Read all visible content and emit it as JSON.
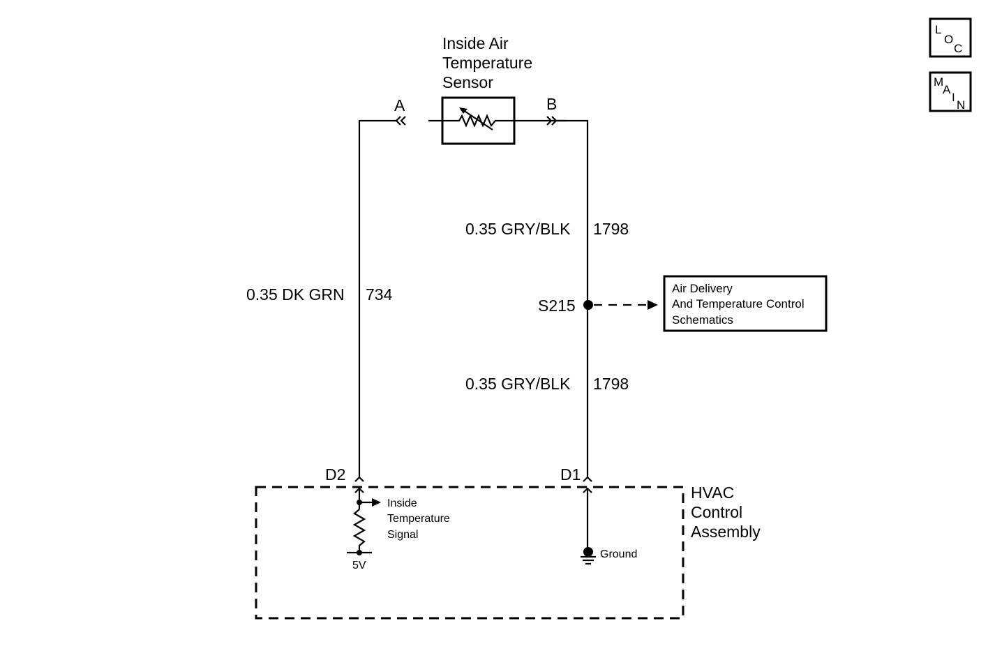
{
  "sensor": {
    "title_lines": [
      "Inside Air",
      "Temperature",
      "Sensor"
    ],
    "pin_a": "A",
    "pin_b": "B"
  },
  "wires": {
    "left_label": "0.35 DK GRN",
    "left_circuit": "734",
    "right_upper_label": "0.35 GRY/BLK",
    "right_upper_circuit": "1798",
    "right_lower_label": "0.35 GRY/BLK",
    "right_lower_circuit": "1798"
  },
  "splice": {
    "name": "S215"
  },
  "reference_box": {
    "lines": [
      "Air Delivery",
      "And Temperature Control",
      "Schematics"
    ]
  },
  "connectors": {
    "left": "D2",
    "right": "D1"
  },
  "module": {
    "title_lines": [
      "HVAC",
      "Control",
      "Assembly"
    ],
    "signal_lines": [
      "Inside",
      "Temperature",
      "Signal"
    ],
    "supply": "5V",
    "ground": "Ground"
  },
  "nav_buttons": {
    "loc": [
      "L",
      "O",
      "C"
    ],
    "main": [
      "M",
      "A",
      "I",
      "N"
    ]
  }
}
